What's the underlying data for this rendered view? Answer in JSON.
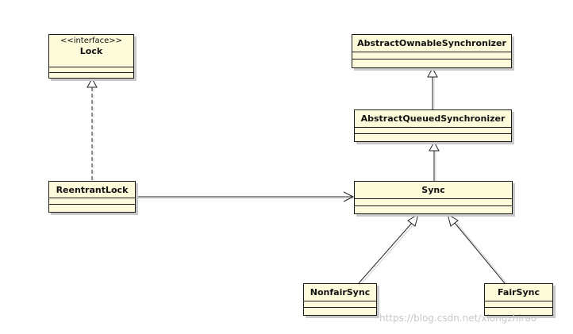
{
  "diagram": {
    "classes": {
      "lock": {
        "stereotype": "<<interface>>",
        "name": "Lock"
      },
      "aos": {
        "name": "AbstractOwnableSynchronizer"
      },
      "aqs": {
        "name": "AbstractQueuedSynchronizer"
      },
      "reentrant": {
        "name": "ReentrantLock"
      },
      "sync": {
        "name": "Sync"
      },
      "nonfair": {
        "name": "NonfairSync"
      },
      "fair": {
        "name": "FairSync"
      }
    },
    "relations": [
      {
        "from": "ReentrantLock",
        "to": "Lock",
        "type": "realization"
      },
      {
        "from": "ReentrantLock",
        "to": "Sync",
        "type": "association"
      },
      {
        "from": "AbstractQueuedSynchronizer",
        "to": "AbstractOwnableSynchronizer",
        "type": "generalization"
      },
      {
        "from": "Sync",
        "to": "AbstractQueuedSynchronizer",
        "type": "generalization"
      },
      {
        "from": "NonfairSync",
        "to": "Sync",
        "type": "generalization"
      },
      {
        "from": "FairSync",
        "to": "Sync",
        "type": "generalization"
      }
    ]
  },
  "watermark": "https://blog.csdn.net/xiongzhirao"
}
